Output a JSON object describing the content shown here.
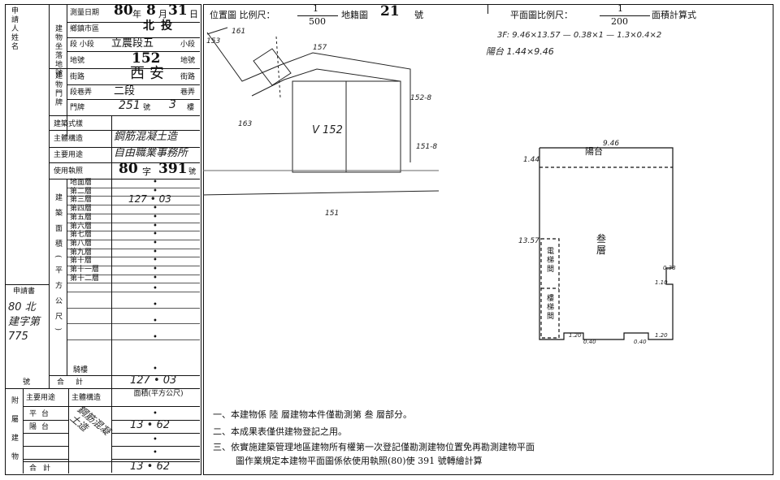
{
  "form": {
    "applicant_label": "申請人姓名",
    "survey_date_label": "測量日期",
    "survey_date": {
      "year": "80",
      "year_unit": "年",
      "month": "8",
      "month_unit": "月",
      "day": "31",
      "day_unit": "日"
    },
    "district_label": "鄉鎮市區",
    "district": "北投",
    "parcel_side_label": "建物坐落地號",
    "section_label": "段 小段",
    "section": "立農段五",
    "subsection_unit": "小段",
    "land_no_label": "地號",
    "land_no": "152",
    "land_no_unit": "地號",
    "door_side_label": "建物門牌",
    "street_label": "街路",
    "street": "西安",
    "street_unit": "街路",
    "lane_label": "段巷弄",
    "lane": "二段",
    "lane_unit": "巷弄",
    "door_label": "門牌",
    "door_no": "251",
    "door_unit": "號",
    "floor": "3",
    "floor_unit": "樓",
    "building_style_label": "建築式樣",
    "main_structure_label": "主體構造",
    "main_structure": "鋼筋混凝土造",
    "main_use_label": "主要用途",
    "main_use": "自由職業事務所",
    "license_label": "使用執照",
    "license_year": "80",
    "license_mid": "字",
    "license_no": "391",
    "license_unit": "號",
    "area_side_label": "建築面積(平方公尺)",
    "floors": [
      {
        "label": "地面層",
        "value": "•"
      },
      {
        "label": "第二層",
        "value": "•"
      },
      {
        "label": "第三層",
        "value": "127 • 03"
      },
      {
        "label": "第四層",
        "value": "•"
      },
      {
        "label": "第五層",
        "value": "•"
      },
      {
        "label": "第六層",
        "value": "•"
      },
      {
        "label": "第七層",
        "value": "•"
      },
      {
        "label": "第八層",
        "value": "•"
      },
      {
        "label": "第九層",
        "value": "•"
      },
      {
        "label": "第十層",
        "value": "•"
      },
      {
        "label": "第十一層",
        "value": "•"
      },
      {
        "label": "第十二層",
        "value": "•"
      }
    ],
    "extra_rows": [
      "•",
      "•",
      "•",
      "•"
    ],
    "balcony_row_label": "騎樓",
    "balcony_row_value": "•",
    "total_label": "合計",
    "total_value": "127 • 03",
    "application_label": "申請書",
    "application_value": "80 北建字第 775",
    "application_unit": "號",
    "annex_label": "附屬建物",
    "annex_use_label": "主要用途",
    "annex_struct_label": "主體構造",
    "annex_area_label": "面積(平方公尺)",
    "annex_rows": [
      {
        "use": "平台",
        "area": "•"
      },
      {
        "use": "陽台",
        "area": "13 • 62"
      },
      {
        "use": "",
        "area": "•"
      },
      {
        "use": "",
        "area": "•"
      }
    ],
    "annex_struct": "鋼筋混凝土造",
    "annex_total_label": "合計",
    "annex_total": "13 • 62"
  },
  "location_map": {
    "label": "位置圖 比例尺：",
    "scale_num": "1",
    "scale_den": "500",
    "sheet_label": "地籍圖",
    "sheet_no": "21",
    "sheet_unit": "號",
    "parcel": "V 152",
    "nums": [
      "161",
      "157",
      "153",
      "163",
      "151",
      "152-8",
      "151-8"
    ]
  },
  "plan": {
    "label": "平面圖比例尺：",
    "scale_num": "1",
    "scale_den": "200",
    "calc_label": "面積計算式",
    "calc_line1": "3F: 9.46×13.57 — 0.38×1 — 1.3×0.4×2",
    "calc_line2": "陽台 1.44×9.46",
    "dim_top": "9.46",
    "dim_left1": "1.44",
    "dim_left2": "13.57",
    "balcony": "陽台",
    "floor_label": "叁層",
    "stair1": "電梯間",
    "stair2": "樓梯間",
    "dims_bottom": [
      "1.20",
      "0.40",
      "0.40",
      "1.20"
    ],
    "dims_right": [
      "0.38",
      "1.10"
    ]
  },
  "notes": [
    "一、本建物係 陸 層建物本件僅勘測第 叁 層部分。",
    "二、本成果表僅供建物登記之用。",
    "三、依實施建築管理地區建物所有權第一次登記僅勘測建物位置免再勘測建物平面",
    "圖作業規定本建物平面圖係依使用執照(80)使 391 號轉繪計算"
  ]
}
